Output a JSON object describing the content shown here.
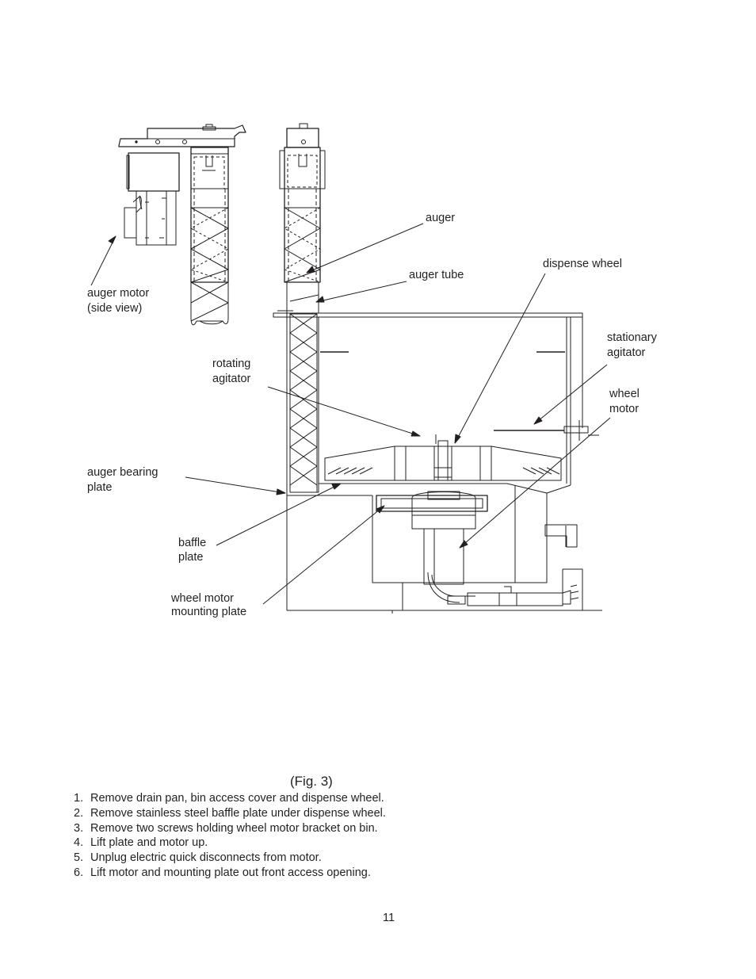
{
  "labels": {
    "auger": "auger",
    "auger_tube": "auger tube",
    "dispense_wheel": "dispense wheel",
    "auger_motor": [
      "auger motor",
      "(side view)"
    ],
    "stationary_agitator": [
      "stationary",
      "agitator"
    ],
    "rotating_agitator": [
      "rotating",
      "agitator"
    ],
    "wheel_motor": [
      "wheel",
      "motor"
    ],
    "auger_bearing_plate": [
      "auger bearing",
      "plate"
    ],
    "baffle_plate": [
      "baffle",
      "plate"
    ],
    "wheel_motor_mounting_plate": [
      "wheel motor",
      "mounting plate"
    ]
  },
  "caption": "(Fig. 3)",
  "steps": [
    {
      "num": "1.",
      "text": "Remove drain pan, bin access cover and dispense wheel."
    },
    {
      "num": "2.",
      "text": "Remove stainless steel baffle plate under dispense wheel."
    },
    {
      "num": "3.",
      "text": "Remove two screws holding wheel motor bracket on bin."
    },
    {
      "num": "4.",
      "text": "Lift plate and motor up."
    },
    {
      "num": "5.",
      "text": "Unplug electric quick disconnects from motor."
    },
    {
      "num": "6.",
      "text": "Lift motor and mounting plate out front access opening."
    }
  ],
  "page_number": "11"
}
